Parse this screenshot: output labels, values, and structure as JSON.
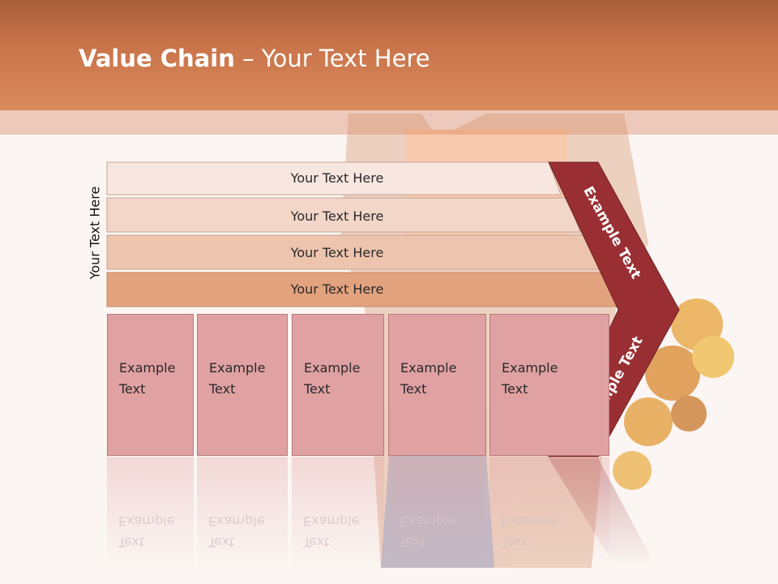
{
  "slide": {
    "title_bold": "Value Chain",
    "title_rest": " – Your Text Here",
    "side_label": "Your Text Here"
  },
  "bars": [
    {
      "label": "Your Text Here"
    },
    {
      "label": "Your Text Here"
    },
    {
      "label": "Your Text Here"
    },
    {
      "label": "Your Text Here"
    }
  ],
  "boxes": [
    {
      "line1": "Example",
      "line2": "Text"
    },
    {
      "line1": "Example",
      "line2": "Text"
    },
    {
      "line1": "Example",
      "line2": "Text"
    },
    {
      "line1": "Example",
      "line2": "Text"
    },
    {
      "line1": "Example",
      "line2": "Text"
    }
  ],
  "arrow": {
    "upper_label": "Example Text",
    "lower_label": "Example Text"
  },
  "colors": {
    "header": "#c9734a",
    "arrow": "#9a2f33",
    "bar_1": "#f7e7e0",
    "bar_2": "#f2d6c8",
    "bar_3": "#edc4ad",
    "bar_4": "#e3a27e",
    "box": "#e0a1a2"
  }
}
